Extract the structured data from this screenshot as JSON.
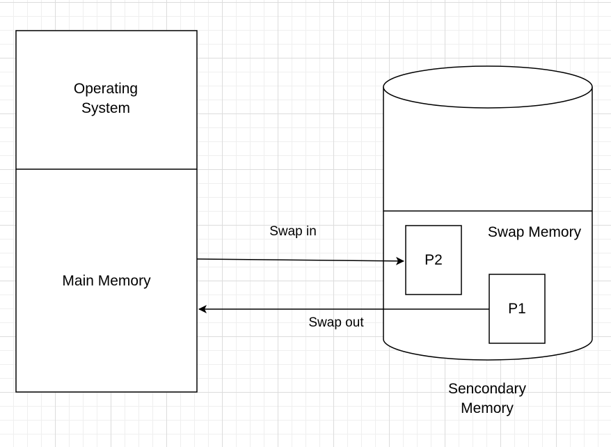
{
  "main_memory": {
    "os_label": "Operating System",
    "label": "Main Memory"
  },
  "secondary_memory": {
    "swap_label": "Swap Memory",
    "caption": "Sencondary Memory"
  },
  "processes": {
    "p2": "P2",
    "p1": "P1"
  },
  "arrows": {
    "swap_in": "Swap in",
    "swap_out": "Swap out"
  }
}
